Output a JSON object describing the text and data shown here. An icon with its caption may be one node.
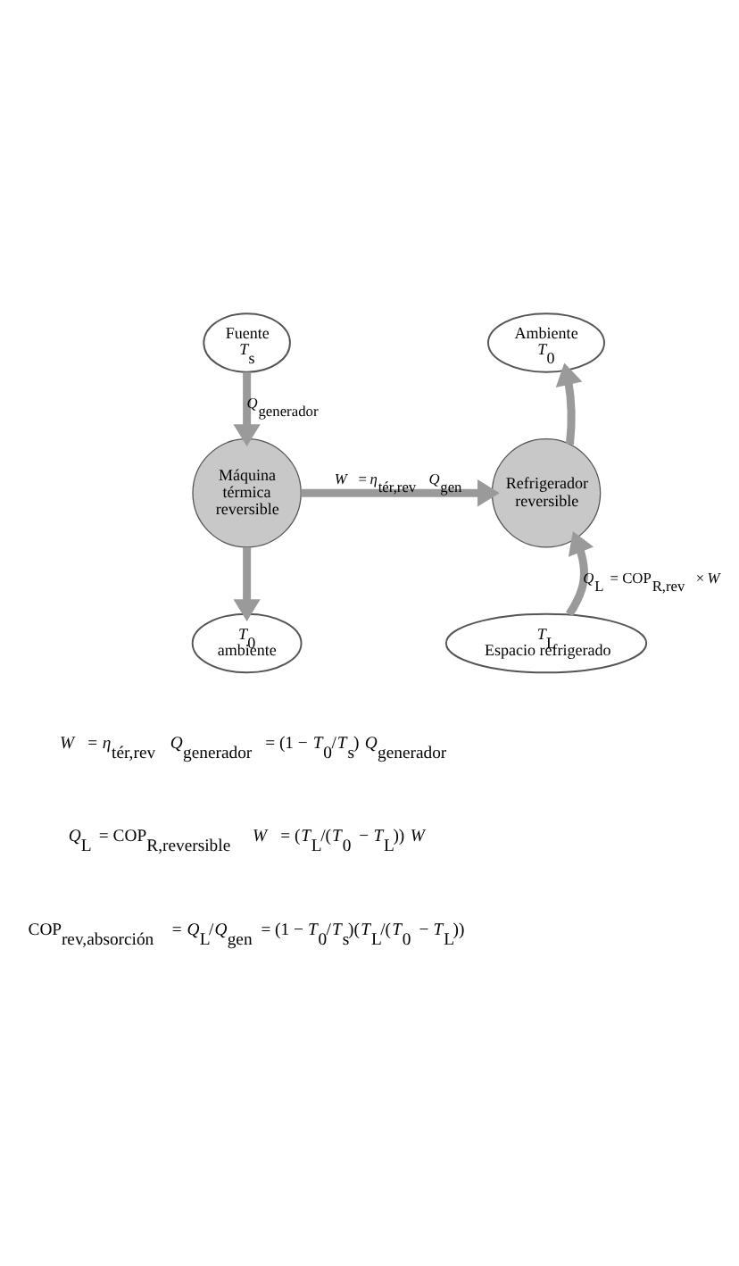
{
  "diagram": {
    "nodes": [
      {
        "text": [
          "Fuente",
          "*T*$_{s}$"
        ]
      },
      {
        "text": [
          "Ambiente",
          "*T*$_{0}$"
        ]
      },
      {
        "text": [
          "Máquina térmica reversible"
        ]
      },
      {
        "text": [
          "Refrigerador reversible"
        ]
      },
      {
        "text": [
          "*T*$_{0}$",
          "ambiente"
        ]
      },
      {
        "text": [
          "*T*$_{L}$",
          "Espacio refrigerado"
        ]
      }
    ],
    "edges": [
      {
        "from": 0,
        "to": 2,
        "arrow": "to",
        "label": "*Q*$_{generador}$"
      },
      {
        "from": 2,
        "to": 3,
        "arrow": "to",
        "label": "*W* = *η*$_{tér,rev}$ *Q*$_{gen}$"
      },
      {
        "from": 3,
        "to": 1,
        "arrow": "to"
      },
      {
        "from": 2,
        "to": 4,
        "arrow": "to"
      },
      {
        "from": 5,
        "to": 3,
        "arrow": "to",
        "label": "*Q*$_{L}$ = COP$_{R,rev}$ × *W*"
      }
    ],
    "labels": [
      "*W* = *η*$_{tér,rev}$ *Q*$_{generador}$ = (1 − *T*$_{0}$/*T*$_{s}$) *Q*$_{generador}$",
      "*Q*$_{L}$ = COP$_{R,reversible}$ *W* = (*T*$_{L}$/(*T*$_{0}$ − *T*$_{L}$)) *W*",
      "COP$_{rev,absorción}$ = *Q*$_{L}$/*Q*$_{gen}$ = (1 − *T*$_{0}$/*T*$_{s}$)(*T*$_{L}$/(*T*$_{0}$ − *T*$_{L}$))"
    ]
  }
}
